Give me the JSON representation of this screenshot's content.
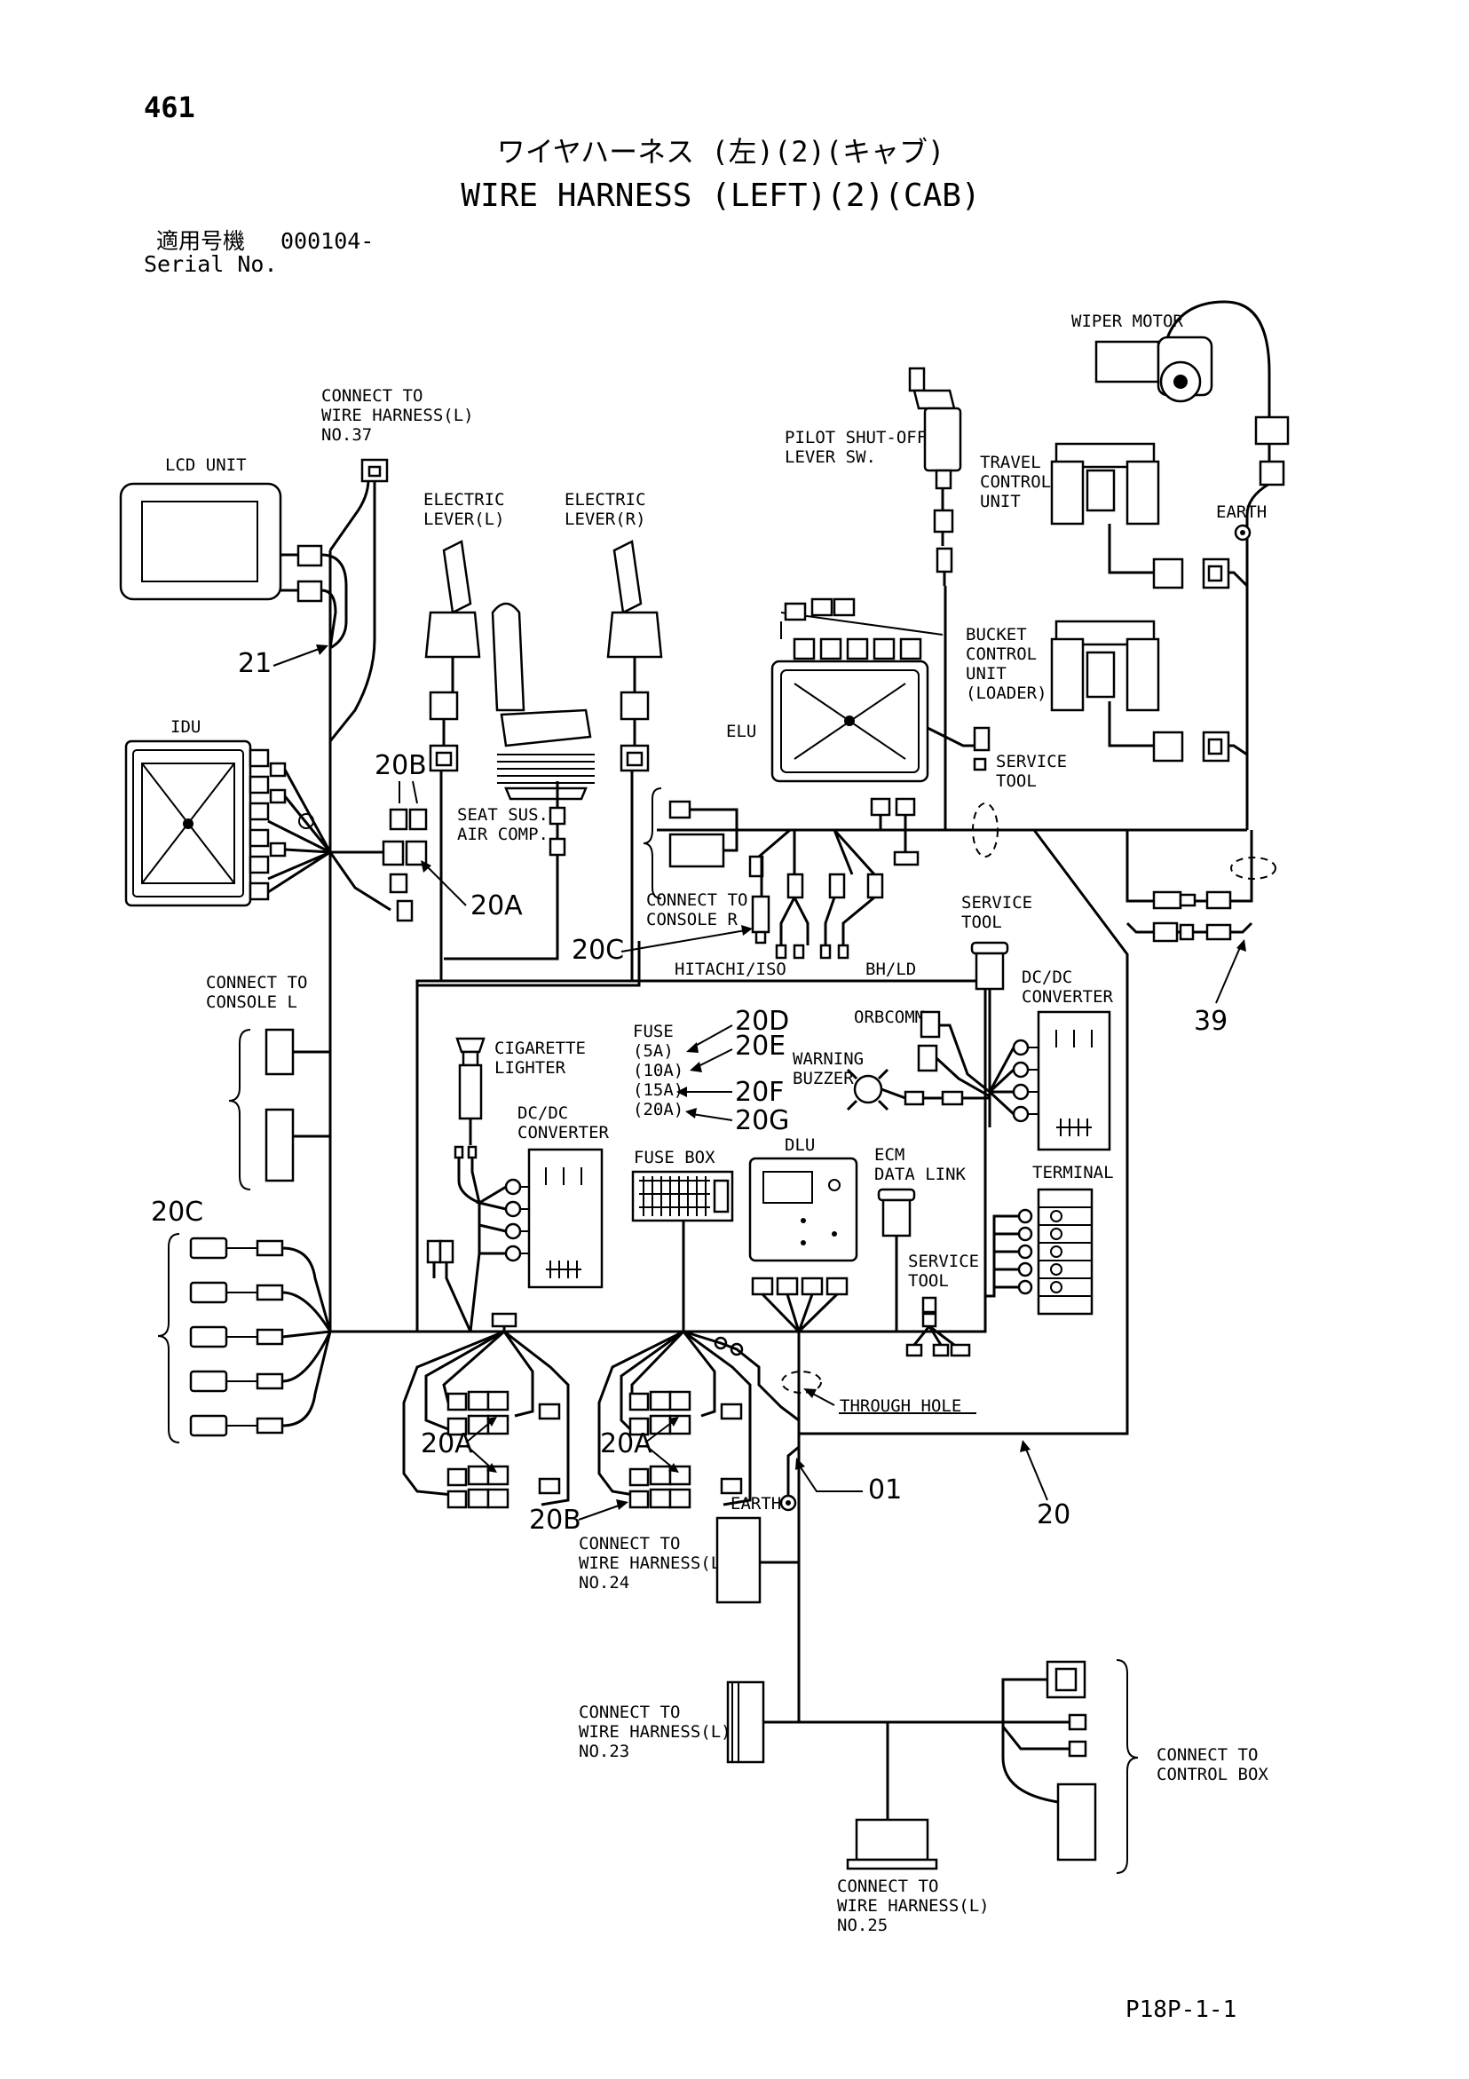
{
  "header": {
    "page_number": "461",
    "title_jp": "ワイヤハーネス (左)(2)(キャブ)",
    "title_en": "WIRE HARNESS (LEFT)(2)(CAB)",
    "serial_label_jp": "適用号機",
    "serial_value": "000104-",
    "serial_label_en": "Serial No."
  },
  "labels": {
    "connect_37": [
      "CONNECT TO",
      "WIRE HARNESS(L)",
      "NO.37"
    ],
    "lcd_unit": "LCD UNIT",
    "electric_lever_l": [
      "ELECTRIC",
      "LEVER(L)"
    ],
    "electric_lever_r": [
      "ELECTRIC",
      "LEVER(R)"
    ],
    "pilot_shutoff": [
      "PILOT SHUT-OFF",
      "LEVER SW."
    ],
    "wiper_motor": "WIPER MOTOR",
    "travel_control": [
      "TRAVEL",
      "CONTROL",
      "UNIT"
    ],
    "earth_top": "EARTH",
    "bucket_control": [
      "BUCKET",
      "CONTROL",
      "UNIT",
      "(LOADER)"
    ],
    "idu": "IDU",
    "elu": "ELU",
    "service_tool_1": [
      "SERVICE",
      "TOOL"
    ],
    "seat_sus": [
      "SEAT SUS.",
      "AIR COMP."
    ],
    "connect_console_r": [
      "CONNECT TO",
      "CONSOLE R"
    ],
    "hitachi_iso": "HITACHI/ISO",
    "bh_ld": "BH/LD",
    "service_tool_2": [
      "SERVICE",
      "TOOL"
    ],
    "dcdc_right": [
      "DC/DC",
      "CONVERTER"
    ],
    "connect_console_l": [
      "CONNECT TO",
      "CONSOLE L"
    ],
    "cigarette": [
      "CIGARETTE",
      "LIGHTER"
    ],
    "fuse": "FUSE",
    "fuse_5a": "(5A)",
    "fuse_10a": "(10A)",
    "fuse_15a": "(15A)",
    "fuse_20a": "(20A)",
    "orbcomm": "ORBCOMM",
    "warning_buzzer": [
      "WARNING",
      "BUZZER"
    ],
    "dcdc_left": [
      "DC/DC",
      "CONVERTER"
    ],
    "fuse_box": "FUSE BOX",
    "dlu": "DLU",
    "ecm_data_link": [
      "ECM",
      "DATA LINK"
    ],
    "terminal": "TERMINAL",
    "service_tool_3": [
      "SERVICE",
      "TOOL"
    ],
    "through_hole": "THROUGH HOLE",
    "earth_bottom": "EARTH",
    "connect_24": [
      "CONNECT TO",
      "WIRE HARNESS(L)",
      "NO.24"
    ],
    "connect_23": [
      "CONNECT TO",
      "WIRE HARNESS(L)",
      "NO.23"
    ],
    "connect_control_box": [
      "CONNECT TO",
      "CONTROL BOX"
    ],
    "connect_25": [
      "CONNECT TO",
      "WIRE HARNESS(L)",
      "NO.25"
    ]
  },
  "callouts": {
    "c21": "21",
    "c20b_top": "20B",
    "c20a_top": "20A",
    "c20c_mid": "20C",
    "c20d": "20D",
    "c20e": "20E",
    "c20f": "20F",
    "c20g": "20G",
    "c39": "39",
    "c20c_left": "20C",
    "c20a_left": "20A",
    "c20a_right": "20A",
    "c20b_bottom": "20B",
    "c01": "01",
    "c20": "20"
  },
  "footer": {
    "figure_code": "P18P-1-1"
  }
}
